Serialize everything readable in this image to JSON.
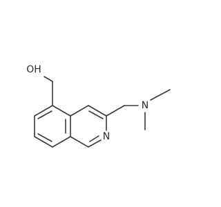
{
  "molecule": {
    "atoms": {
      "hydroxyl": "OH",
      "ring_nitrogen": "N",
      "amine_nitrogen": "N"
    },
    "colors": {
      "bond": "#3a3a3a",
      "label": "#2b2b2b",
      "background": "#ffffff"
    }
  }
}
